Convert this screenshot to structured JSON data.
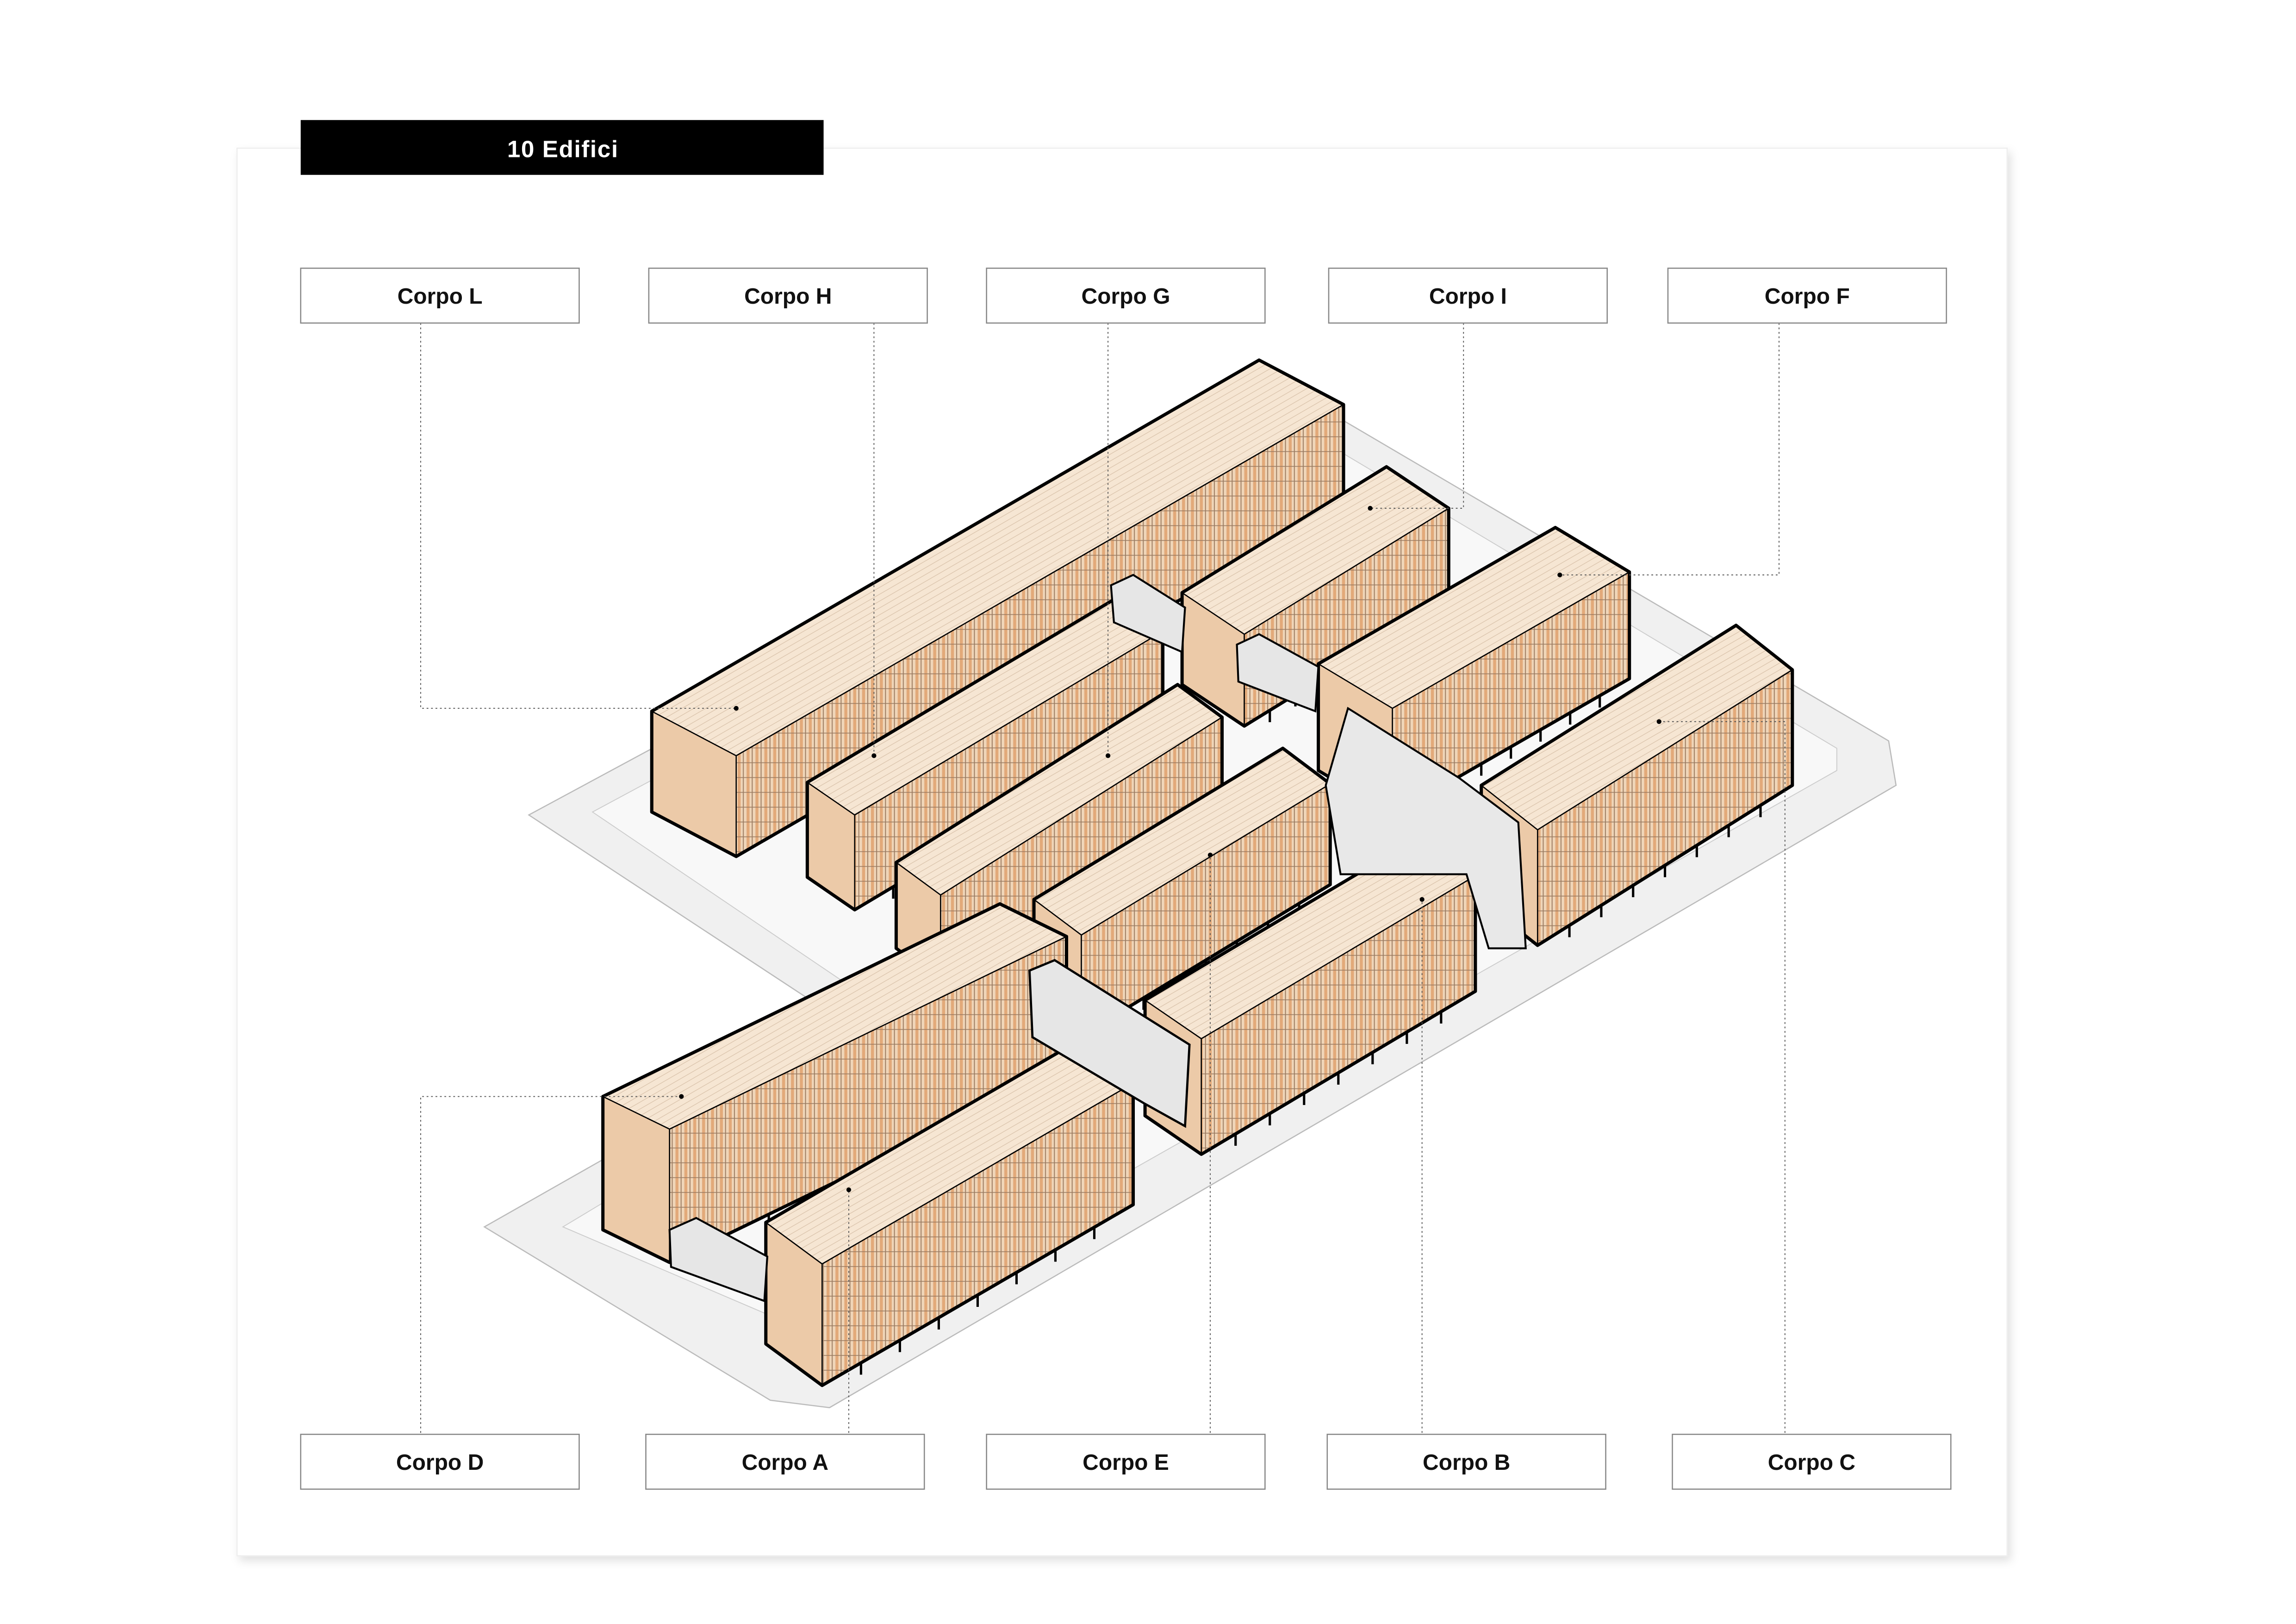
{
  "title": "10 Edifici",
  "labels_top": [
    "Corpo L",
    "Corpo H",
    "Corpo G",
    "Corpo I",
    "Corpo F"
  ],
  "labels_bottom": [
    "Corpo D",
    "Corpo A",
    "Corpo E",
    "Corpo B",
    "Corpo C"
  ],
  "colors": {
    "roof": "#f6e6d3",
    "facade": "#efd5b8",
    "facade_stripe": "#e2a979",
    "ground": "#efefef",
    "title_bg": "#000000"
  }
}
